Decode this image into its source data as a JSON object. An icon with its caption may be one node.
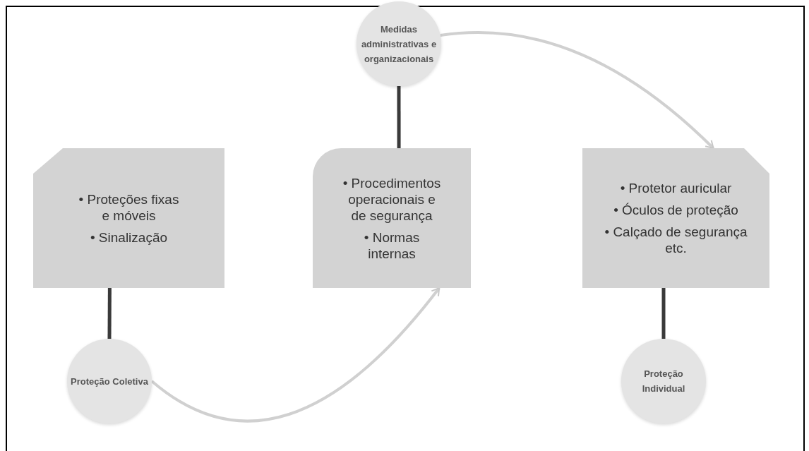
{
  "diagram": {
    "nodes": [
      {
        "text": [
          "Medidas administrativas e organizacionais"
        ]
      },
      {
        "text": [
          "• Proteções fixas e móveis",
          "• Sinalização"
        ]
      },
      {
        "text": [
          "• Procedimentos operacionais e de segurança",
          "• Normas internas"
        ]
      },
      {
        "text": [
          "• Protetor auricular",
          "• Óculos de proteção",
          "• Calçado de segurança etc."
        ]
      },
      {
        "text": [
          "Proteção Coletiva"
        ]
      },
      {
        "text": [
          "Proteção Individual"
        ]
      }
    ],
    "edges": [
      {
        "from": 0,
        "to": 2,
        "arrow": "none"
      },
      {
        "from": 1,
        "to": 4,
        "arrow": "none"
      },
      {
        "from": 3,
        "to": 5,
        "arrow": "none"
      },
      {
        "from": 4,
        "to": 2,
        "arrow": "to",
        "color": "#d0d0d0"
      },
      {
        "from": 0,
        "to": 3,
        "arrow": "to",
        "color": "#d0d0d0"
      }
    ]
  }
}
